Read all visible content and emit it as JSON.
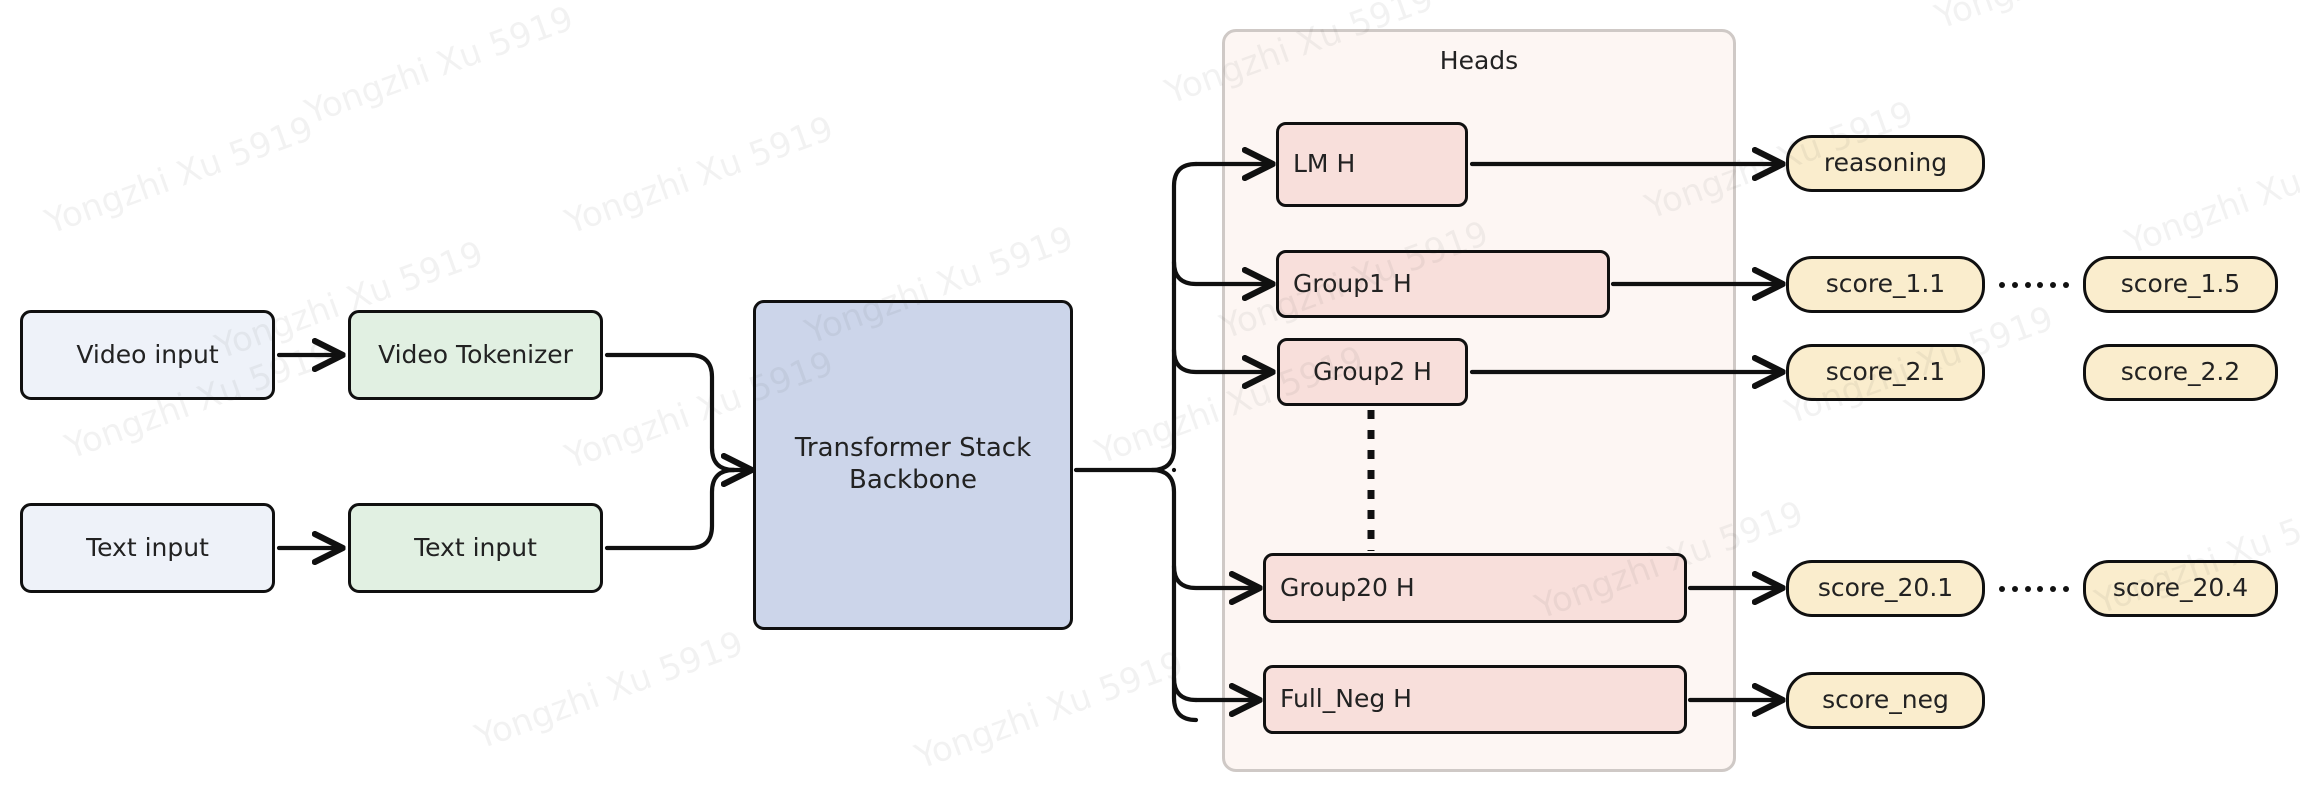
{
  "diagram": {
    "title_hidden": "Multimodal video-text scoring model architecture",
    "heads_panel": {
      "title": "Heads"
    },
    "inputs": [
      {
        "id": "video-input",
        "label": "Video input"
      },
      {
        "id": "text-input",
        "label": "Text input"
      }
    ],
    "tokenizers": [
      {
        "id": "video-tokenizer",
        "label": "Video Tokenizer"
      },
      {
        "id": "text-tokenizer",
        "label": "Text input"
      }
    ],
    "backbone": {
      "id": "transformer-backbone",
      "label": "Transformer Stack\nBackbone",
      "line1": "Transformer Stack",
      "line2": "Backbone"
    },
    "heads": [
      {
        "id": "lm-head",
        "label": "LM H"
      },
      {
        "id": "group1-head",
        "label": "Group1 H"
      },
      {
        "id": "group2-head",
        "label": "Group2 H"
      },
      {
        "id": "group20-head",
        "label": "Group20 H"
      },
      {
        "id": "full-neg-head",
        "label": "Full_Neg H"
      }
    ],
    "outputs": [
      {
        "id": "reasoning",
        "label": "reasoning"
      },
      {
        "id": "score-1-1",
        "label": "score_1.1"
      },
      {
        "id": "score-1-5",
        "label": "score_1.5"
      },
      {
        "id": "score-2-1",
        "label": "score_2.1"
      },
      {
        "id": "score-2-2",
        "label": "score_2.2"
      },
      {
        "id": "score-20-1",
        "label": "score_20.1"
      },
      {
        "id": "score-20-4",
        "label": "score_20.4"
      },
      {
        "id": "score-neg",
        "label": "score_neg"
      }
    ],
    "colors": {
      "input_fill": "#eef2f9",
      "tokenizer_fill": "#e1f0e2",
      "backbone_fill": "#ccd5ea",
      "head_fill": "#f8dfdb",
      "output_fill": "#faedcd",
      "panel_fill": "#fdf6f3",
      "panel_border": "#cfc9c6",
      "stroke": "#101010"
    },
    "watermark": {
      "text": "Yongzhi Xu 5919"
    }
  }
}
